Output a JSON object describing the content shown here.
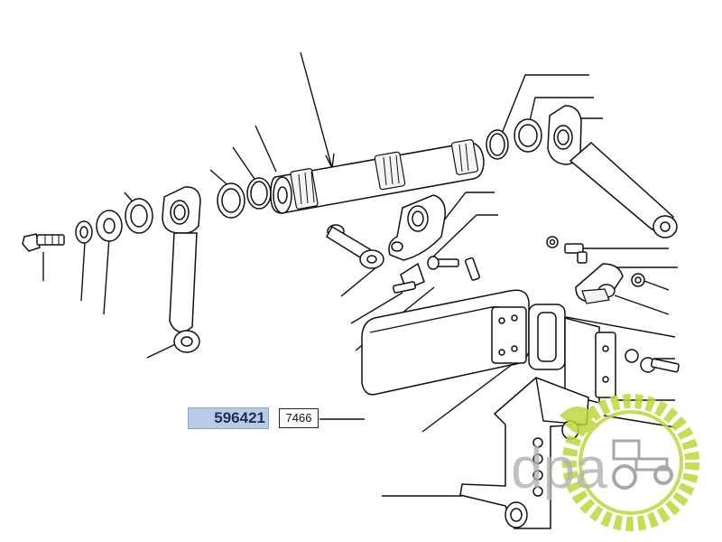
{
  "diagram": {
    "part_number": "596421",
    "reference_code": "7466"
  },
  "watermark": {
    "text": "dpa",
    "colors": {
      "green": "#bfd63a",
      "gray": "#b8b8b8"
    },
    "icon": "tractor-icon"
  },
  "colors": {
    "highlight": "#b9cbe6",
    "line": "#111111"
  }
}
